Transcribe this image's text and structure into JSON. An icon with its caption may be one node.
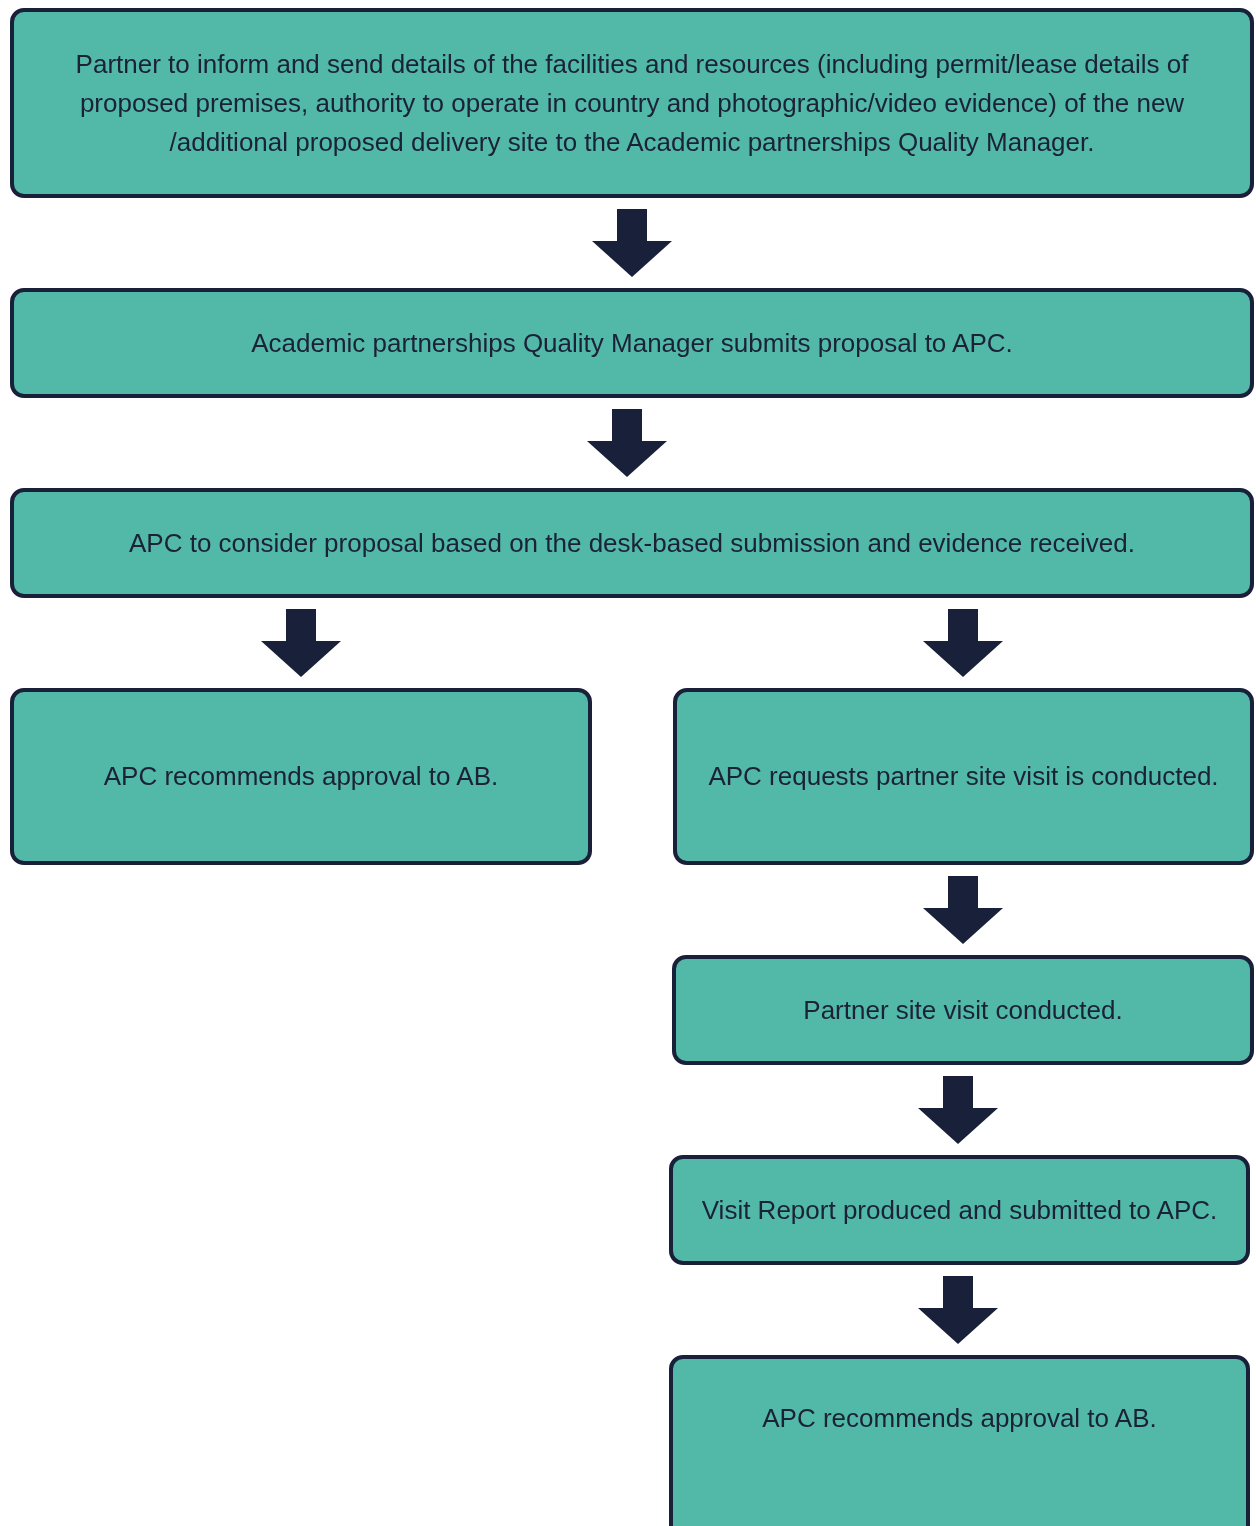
{
  "diagram": {
    "nodes": [
      {
        "text": [
          "Partner to inform and send details of the facilities and resources (including permit/lease details of proposed premises, authority to operate in country and photographic/video evidence) of the new /additional proposed delivery site to the Academic partnerships Quality Manager."
        ]
      },
      {
        "text": [
          "Academic partnerships Quality Manager submits proposal to APC."
        ]
      },
      {
        "text": [
          "APC to consider proposal based on the desk-based submission and evidence received."
        ]
      },
      {
        "text": [
          "APC recommends approval to AB."
        ]
      },
      {
        "text": [
          "APC requests partner site visit is conducted."
        ]
      },
      {
        "text": [
          "Partner site visit conducted."
        ]
      },
      {
        "text": [
          "Visit Report produced and submitted to APC."
        ]
      },
      {
        "text": [
          "APC recommends approval to AB."
        ]
      }
    ],
    "edges": [
      {
        "from": 0,
        "to": 1,
        "arrow": "to"
      },
      {
        "from": 1,
        "to": 2,
        "arrow": "to"
      },
      {
        "from": 2,
        "to": 3,
        "arrow": "to"
      },
      {
        "from": 2,
        "to": 4,
        "arrow": "to"
      },
      {
        "from": 4,
        "to": 5,
        "arrow": "to"
      },
      {
        "from": 5,
        "to": 6,
        "arrow": "to"
      },
      {
        "from": 6,
        "to": 7,
        "arrow": "to"
      }
    ]
  }
}
